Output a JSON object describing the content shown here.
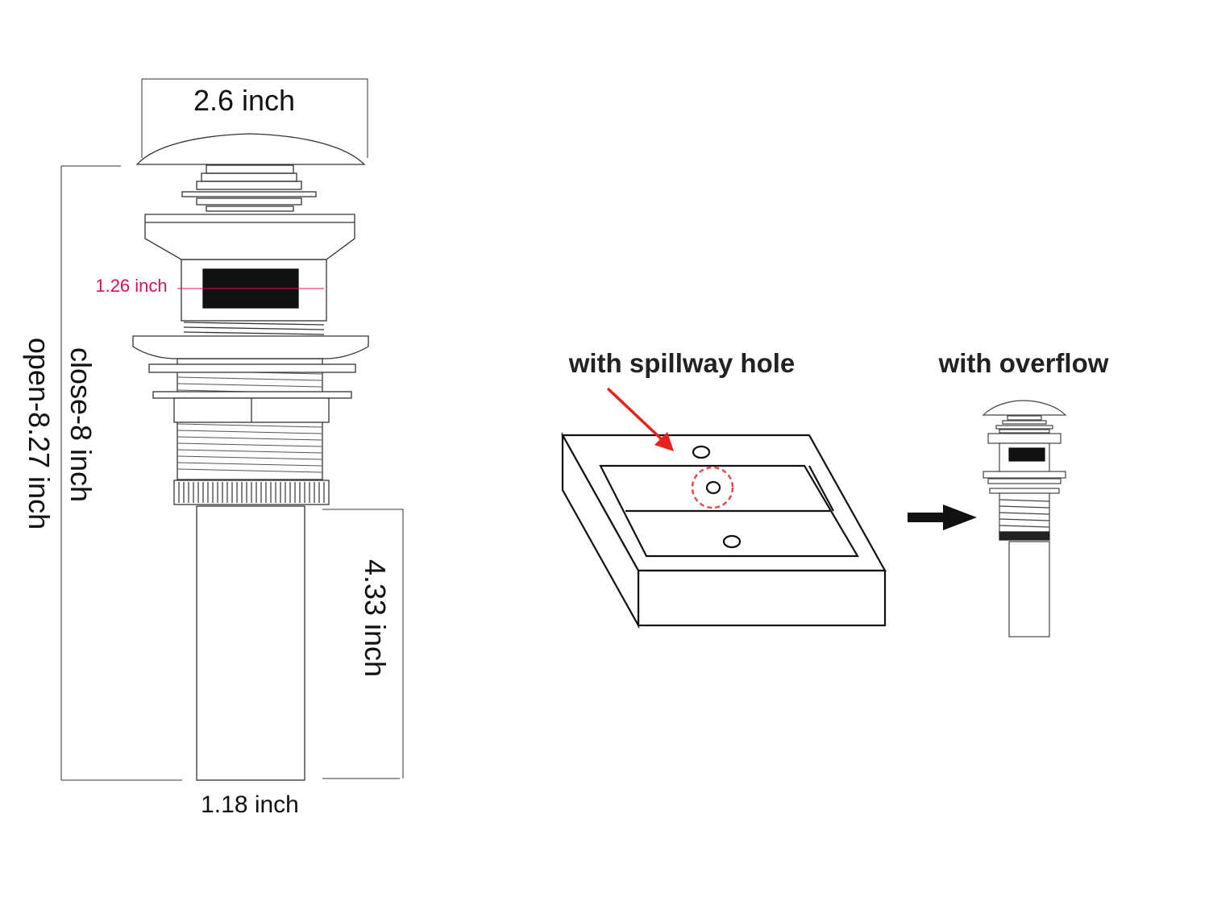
{
  "colors": {
    "line": "#333333",
    "accent_pink": "#d4145a",
    "arrow_red": "#e8211d",
    "circle_red": "#e24b4b",
    "dark": "#111111"
  },
  "labels": {
    "cap_width": "2.6 inch",
    "slot_height": "1.26 inch",
    "close_height": "close-8 inch",
    "open_height": "open-8.27 inch",
    "tail_length": "4.33 inch",
    "tail_width": "1.18 inch",
    "spillway": "with spillway hole",
    "overflow": "with overflow"
  },
  "icons": [
    "red-pointer-arrow",
    "dashed-circle-highlight",
    "black-right-arrow"
  ]
}
